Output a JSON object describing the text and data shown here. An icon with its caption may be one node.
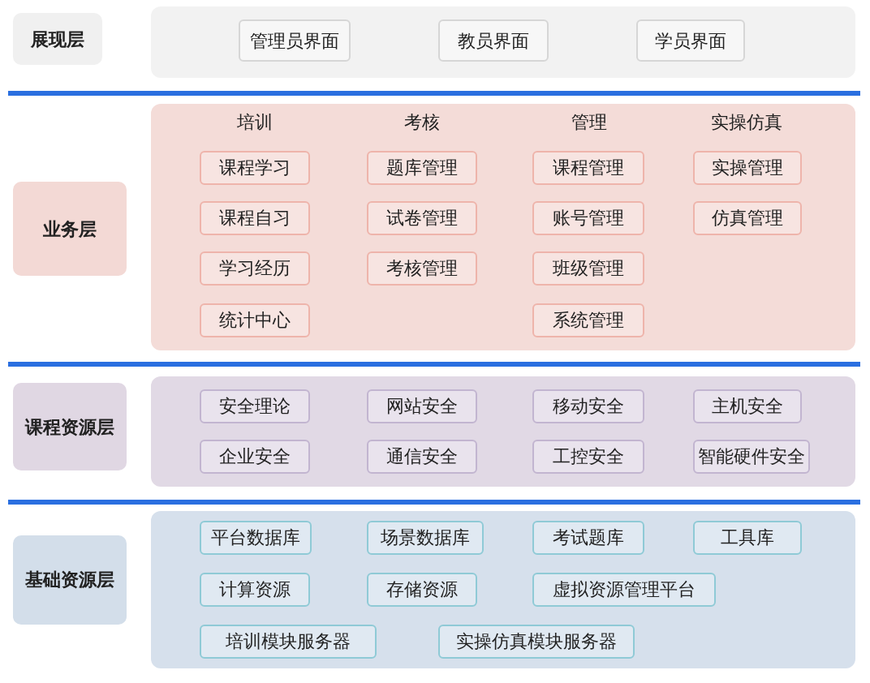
{
  "diagram": {
    "nodes": [
      {
        "text": [
          "展现层"
        ]
      },
      {
        "text": [],
        "shape": "box"
      },
      {
        "text": [
          "管理员界面"
        ],
        "in": 1
      },
      {
        "text": [
          "教员界面"
        ],
        "in": 1
      },
      {
        "text": [
          "学员界面"
        ],
        "in": 1
      },
      {
        "text": [
          "业务层"
        ]
      },
      {
        "text": [
          "培训",
          "考核",
          "管理",
          "实操仿真"
        ]
      },
      {
        "text": [
          "课程学习"
        ],
        "in": 6
      },
      {
        "text": [
          "课程自习"
        ],
        "in": 6
      },
      {
        "text": [
          "学习经历"
        ],
        "in": 6
      },
      {
        "text": [
          "统计中心"
        ],
        "in": 6
      },
      {
        "text": [
          "题库管理"
        ],
        "in": 6
      },
      {
        "text": [
          "试卷管理"
        ],
        "in": 6
      },
      {
        "text": [
          "考核管理"
        ],
        "in": 6
      },
      {
        "text": [
          "课程管理"
        ],
        "in": 6
      },
      {
        "text": [
          "账号管理"
        ],
        "in": 6
      },
      {
        "text": [
          "班级管理"
        ],
        "in": 6
      },
      {
        "text": [
          "系统管理"
        ],
        "in": 6
      },
      {
        "text": [
          "实操管理"
        ],
        "in": 6
      },
      {
        "text": [
          "仿真管理"
        ],
        "in": 6
      },
      {
        "text": [
          "课程资源层"
        ]
      },
      {
        "text": [],
        "shape": "box"
      },
      {
        "text": [
          "安全理论"
        ],
        "in": 21
      },
      {
        "text": [
          "网站安全"
        ],
        "in": 21
      },
      {
        "text": [
          "移动安全"
        ],
        "in": 21
      },
      {
        "text": [
          "主机安全"
        ],
        "in": 21
      },
      {
        "text": [
          "企业安全"
        ],
        "in": 21
      },
      {
        "text": [
          "通信安全"
        ],
        "in": 21
      },
      {
        "text": [
          "工控安全"
        ],
        "in": 21
      },
      {
        "text": [
          "智能硬件安全"
        ],
        "in": 21
      },
      {
        "text": [
          "基础资源层"
        ]
      },
      {
        "text": [],
        "shape": "box"
      },
      {
        "text": [
          "平台数据库"
        ],
        "in": 31
      },
      {
        "text": [
          "场景数据库"
        ],
        "in": 31
      },
      {
        "text": [
          "考试题库"
        ],
        "in": 31
      },
      {
        "text": [
          "工具库"
        ],
        "in": 31
      },
      {
        "text": [
          "计算资源"
        ],
        "in": 31
      },
      {
        "text": [
          "存储资源"
        ],
        "in": 31
      },
      {
        "text": [
          "虚拟资源管理平台"
        ],
        "in": 31
      },
      {
        "text": [
          "培训模块服务器"
        ],
        "in": 31
      },
      {
        "text": [
          "实操仿真模块服务器"
        ],
        "in": 31
      }
    ],
    "edges": []
  }
}
